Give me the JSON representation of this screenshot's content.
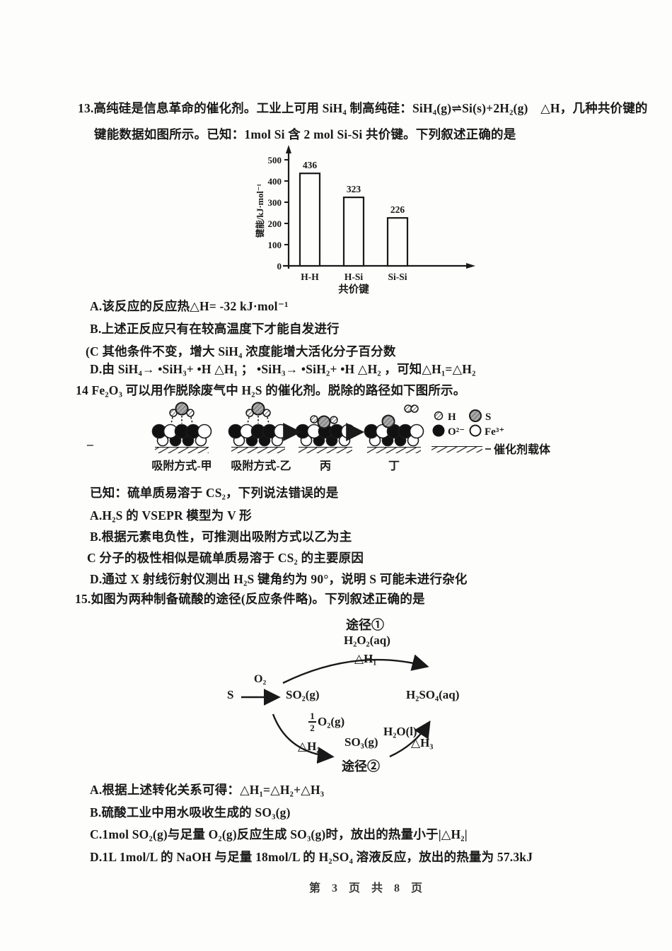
{
  "chart_data": {
    "type": "bar",
    "categories": [
      "H-H",
      "H-Si",
      "Si-Si"
    ],
    "values": [
      436,
      323,
      226
    ],
    "title": "",
    "xlabel": "共价键",
    "ylabel": "键能/kJ·mol⁻¹",
    "ylim": [
      0,
      500
    ],
    "yticks": [
      0,
      100,
      200,
      300,
      400,
      500
    ],
    "grid": false,
    "legend": "none"
  },
  "page": {
    "footer": "第 3 页 共 8 页",
    "dash_artifact": "–"
  },
  "q13": {
    "line1": "13.高纯硅是信息革命的催化剂。工业上可用 SiH₄ 制高纯硅：SiH₄(g)⇌Si(s)+2H₂(g)　△H，几种共价键的",
    "line2": "键能数据如图所示。已知：1mol Si 含 2 mol Si-Si 共价键。下列叙述正确的是",
    "options": [
      "A.该反应的反应热△H= -32 kJ·mol⁻¹",
      "B.上述正反应只有在较高温度下才能自发进行",
      "(C 其他条件不变，增大 SiH₄ 浓度能增大活化分子百分数",
      "D.由 SiH₄→ •SiH₃+ •H △H₁ ； •SiH₃→ •SiH₂+ •H △H₂ ，可知△H₁=△H₂"
    ]
  },
  "q14": {
    "intro": "14 Fe₂O₃ 可以用作脱除废气中 H₂S 的催化剂。脱除的路径如下图所示。",
    "known": "已知：硫单质易溶于 CS₂，下列说法错误的是",
    "options": [
      "A.H₂S 的 VSEPR 模型为 V 形",
      "B.根据元素电负性，可推测出吸附方式以乙为主",
      "C 分子的极性相似是硫单质易溶于 CS₂ 的主要原因",
      "D.通过 X 射线衍射仪测出 H₂S 键角约为 90°，说明 S 可能未进行杂化"
    ],
    "diagram": {
      "stage_labels": [
        "吸附方式-甲",
        "吸附方式-乙",
        "丙",
        "丁"
      ],
      "legend_h": "H",
      "legend_s": "S",
      "legend_o": "O²⁻",
      "legend_fe": "Fe³⁺",
      "support_label": "催化剂载体"
    }
  },
  "q15": {
    "intro": "15.如图为两种制备硫酸的途径(反应条件略)。下列叙述正确的是",
    "options": [
      "A.根据上述转化关系可得：△H₁=△H₂+△H₃",
      "B.硫酸工业中用水吸收生成的 SO₃(g)",
      "C.1mol SO₂(g)与足量 O₂(g)反应生成 SO₃(g)时，放出的热量小于|△H₂|",
      "D.1L 1mol/L 的 NaOH 与足量 18mol/L 的 H₂SO₄ 溶液反应，放出的热量为 57.3kJ"
    ],
    "diagram": {
      "path1_label": "途径①",
      "path1_reagent": "H₂O₂(aq)",
      "dh1": "△H₁",
      "s": "S",
      "o2": "O₂",
      "so2": "SO₂(g)",
      "half_num": "1",
      "half_den": "2",
      "half_o2": "O₂(g)",
      "dh2": "△H₂",
      "so3": "SO₃(g)",
      "path2_label": "途径②",
      "h2o": "H₂O(l)",
      "dh3": "△H₃",
      "h2so4": "H₂SO₄(aq)"
    }
  }
}
